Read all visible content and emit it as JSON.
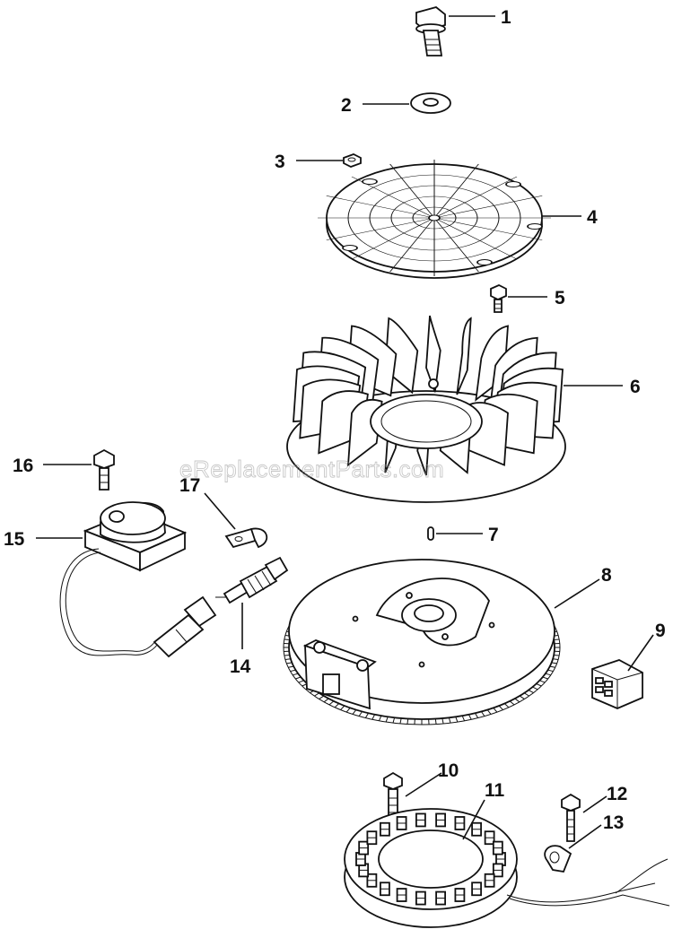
{
  "watermark": "eReplacementParts.com",
  "callouts": [
    {
      "id": "c1",
      "label": "1"
    },
    {
      "id": "c2",
      "label": "2"
    },
    {
      "id": "c3",
      "label": "3"
    },
    {
      "id": "c4",
      "label": "4"
    },
    {
      "id": "c5",
      "label": "5"
    },
    {
      "id": "c6",
      "label": "6"
    },
    {
      "id": "c7",
      "label": "7"
    },
    {
      "id": "c8",
      "label": "8"
    },
    {
      "id": "c9",
      "label": "9"
    },
    {
      "id": "c10",
      "label": "10"
    },
    {
      "id": "c11",
      "label": "11"
    },
    {
      "id": "c12",
      "label": "12"
    },
    {
      "id": "c13",
      "label": "13"
    },
    {
      "id": "c14",
      "label": "14"
    },
    {
      "id": "c15",
      "label": "15"
    },
    {
      "id": "c16",
      "label": "16"
    },
    {
      "id": "c17",
      "label": "17"
    }
  ]
}
